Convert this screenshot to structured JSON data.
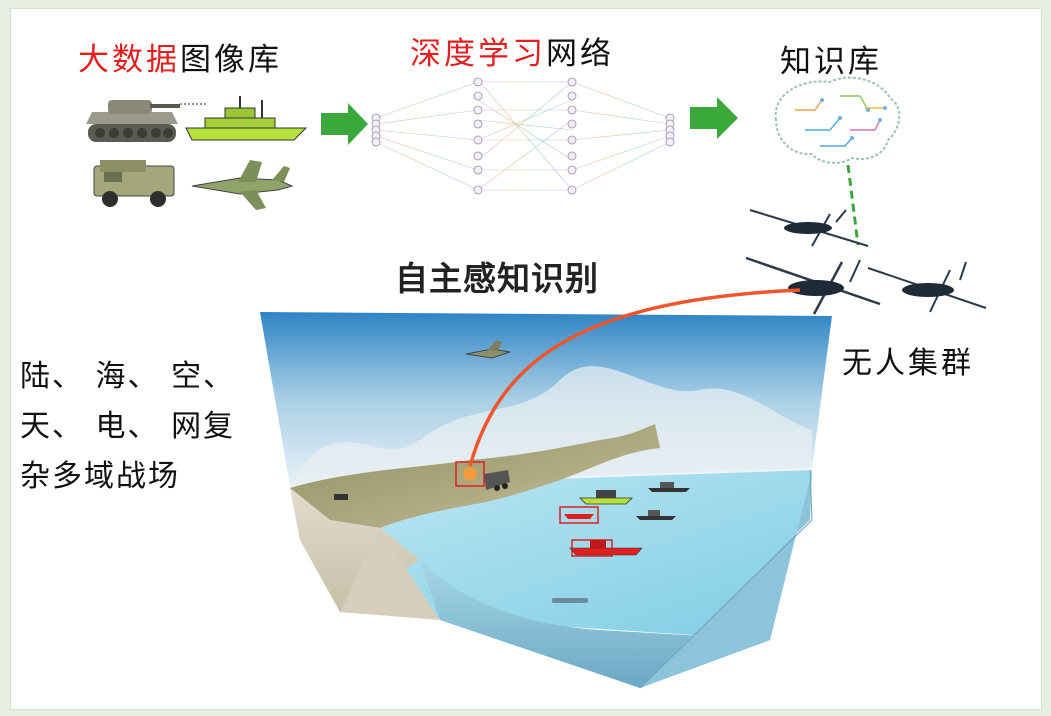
{
  "headers": {
    "dataset": {
      "highlight": "大数据",
      "rest": "图像库"
    },
    "network": {
      "highlight": "深度学习",
      "rest": "网络"
    },
    "knowledge": "知识库"
  },
  "center_title": "自主感知识别",
  "domains_lines": [
    "陆、 海、 空、",
    "天、 电、 网复",
    "杂多域战场"
  ],
  "swarm_label": "无人集群",
  "colors": {
    "highlight": "#e21f1f",
    "arrow": "#3aa83a",
    "link_line": "#3aa83a",
    "strike_line": "#f0562a",
    "frame_bg": "#e6efe0"
  },
  "icons": [
    "tank-icon",
    "warship-icon",
    "military-jeep-icon",
    "fighter-jet-icon",
    "neural-network-icon",
    "brain-circuit-icon",
    "drone-icon",
    "battlefield-terrain"
  ]
}
